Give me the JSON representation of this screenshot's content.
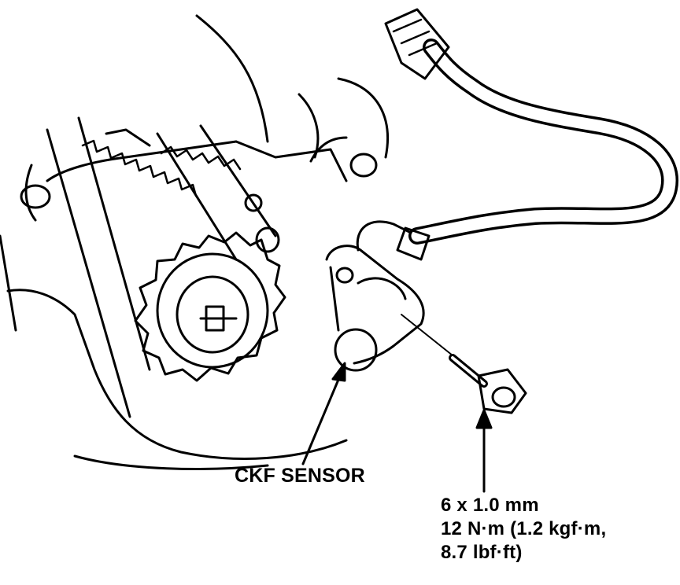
{
  "figure": {
    "labels": {
      "sensor": "CKF SENSOR",
      "bolt_size": "6 x 1.0 mm",
      "torque_metric": "12 N·m (1.2 kgf·m,",
      "torque_imperial": "8.7 lbf·ft)"
    },
    "colors": {
      "ink": "#000000",
      "paper": "#ffffff"
    }
  }
}
